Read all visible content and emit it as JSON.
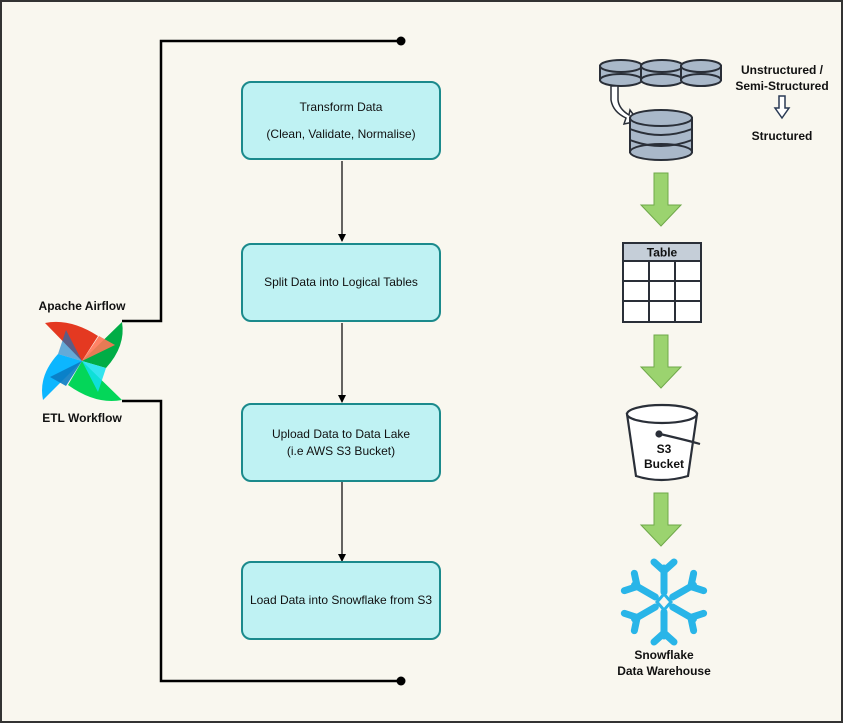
{
  "steps": [
    {
      "line1": "Transform Data",
      "line2": "(Clean, Validate, Normalise)"
    },
    {
      "line1": "Split Data into Logical Tables"
    },
    {
      "line1": "Upload Data to Data Lake",
      "line2": "(i.e AWS S3 Bucket)"
    },
    {
      "line1": "Load Data into Snowflake from S3"
    }
  ],
  "airflow": {
    "title": "Apache Airflow",
    "caption": "ETL Workflow"
  },
  "legend": {
    "unstructured_line1": "Unstructured /",
    "unstructured_line2": "Semi-Structured",
    "structured": "Structured"
  },
  "table_icon": {
    "header": "Table"
  },
  "bucket": {
    "line1": "S3",
    "line2": "Bucket"
  },
  "snowflake": {
    "line1": "Snowflake",
    "line2": "Data Warehouse"
  },
  "colors": {
    "background": "#f9f7ef",
    "box_fill": "#bff2f3",
    "box_border": "#1b8a8c",
    "green_arrow": "#9bd36f",
    "db_fill": "#a9b8c9",
    "snowflake": "#29b5e8"
  }
}
